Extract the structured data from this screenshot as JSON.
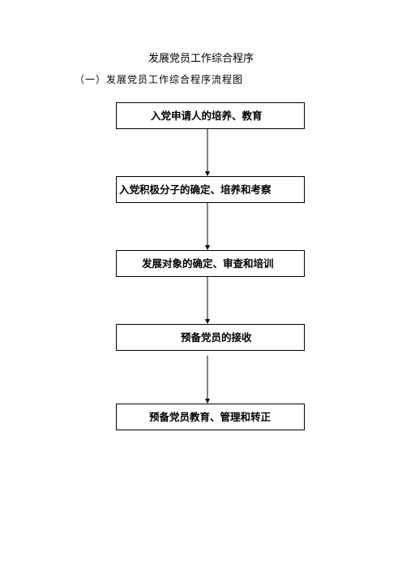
{
  "document": {
    "title": "发展党员工作综合程序",
    "subtitle": "（一）发展党员工作综合程序流程图"
  },
  "flowchart": {
    "steps": [
      "入党申请人的培养、教育",
      "入党积极分子的确定、培养和考察",
      "发展对象的确定、审查和培训",
      "预备党员的接收",
      "预备党员教育、管理和转正"
    ]
  }
}
